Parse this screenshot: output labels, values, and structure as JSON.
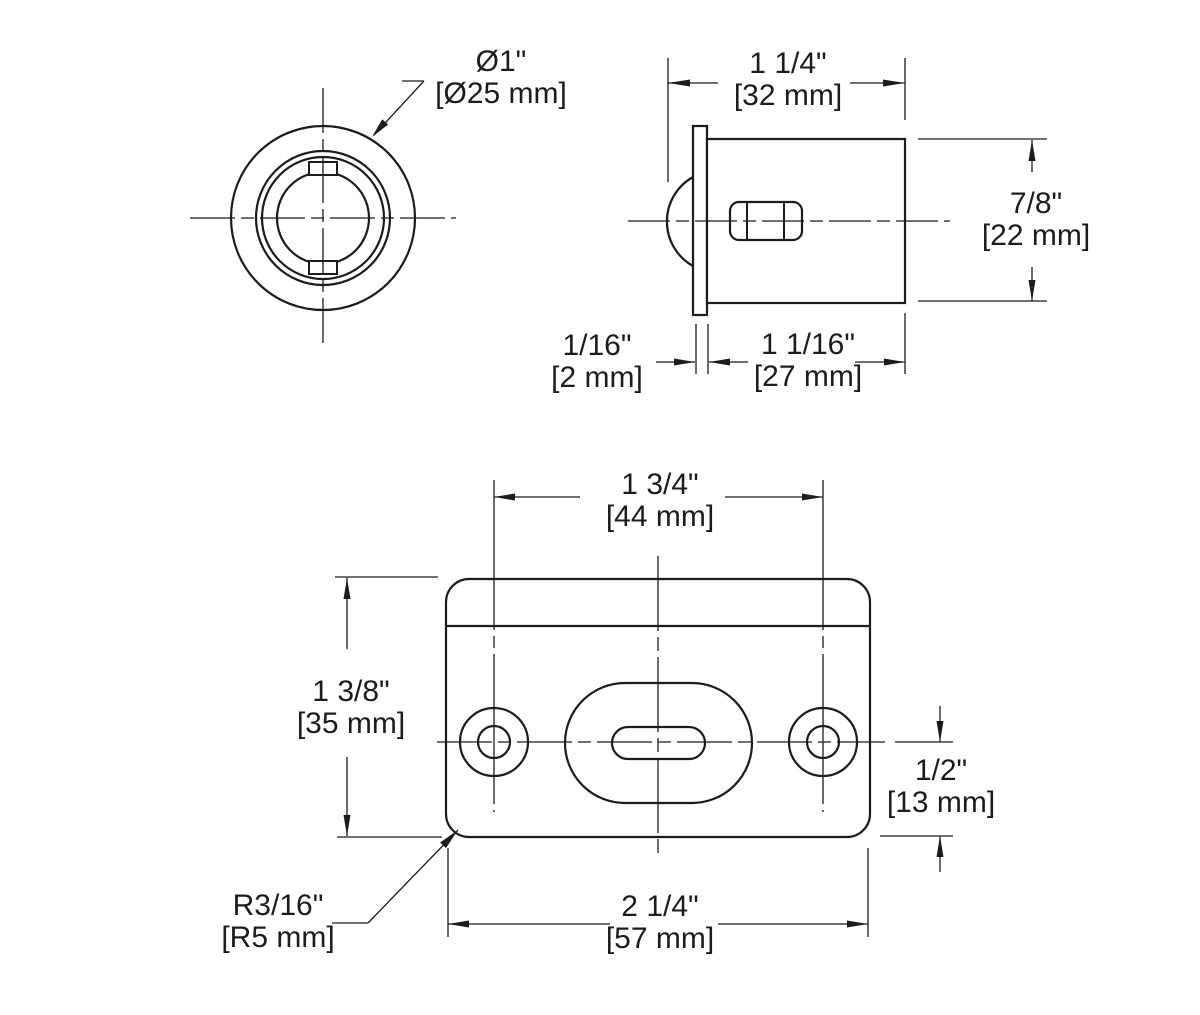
{
  "drawing": {
    "background": "#ffffff",
    "line_color": "#1c1c1c",
    "dimensions": {
      "diameter": {
        "inch": "Ø1\"",
        "metric": "[Ø25 mm]"
      },
      "overall_depth": {
        "inch": "1 1/4\"",
        "metric": "[32 mm]"
      },
      "body_diameter": {
        "inch": "7/8\"",
        "metric": "[22 mm]"
      },
      "flange_thickness": {
        "inch": "1/16\"",
        "metric": "[2 mm]"
      },
      "body_depth": {
        "inch": "1 1/16\"",
        "metric": "[27 mm]"
      },
      "hole_spacing": {
        "inch": "1 3/4\"",
        "metric": "[44 mm]"
      },
      "plate_height": {
        "inch": "1 3/8\"",
        "metric": "[35 mm]"
      },
      "center_to_edge": {
        "inch": "1/2\"",
        "metric": "[13 mm]"
      },
      "plate_width": {
        "inch": "2 1/4\"",
        "metric": "[57 mm]"
      },
      "corner_radius": {
        "inch": "R3/16\"",
        "metric": "[R5 mm]"
      }
    }
  }
}
